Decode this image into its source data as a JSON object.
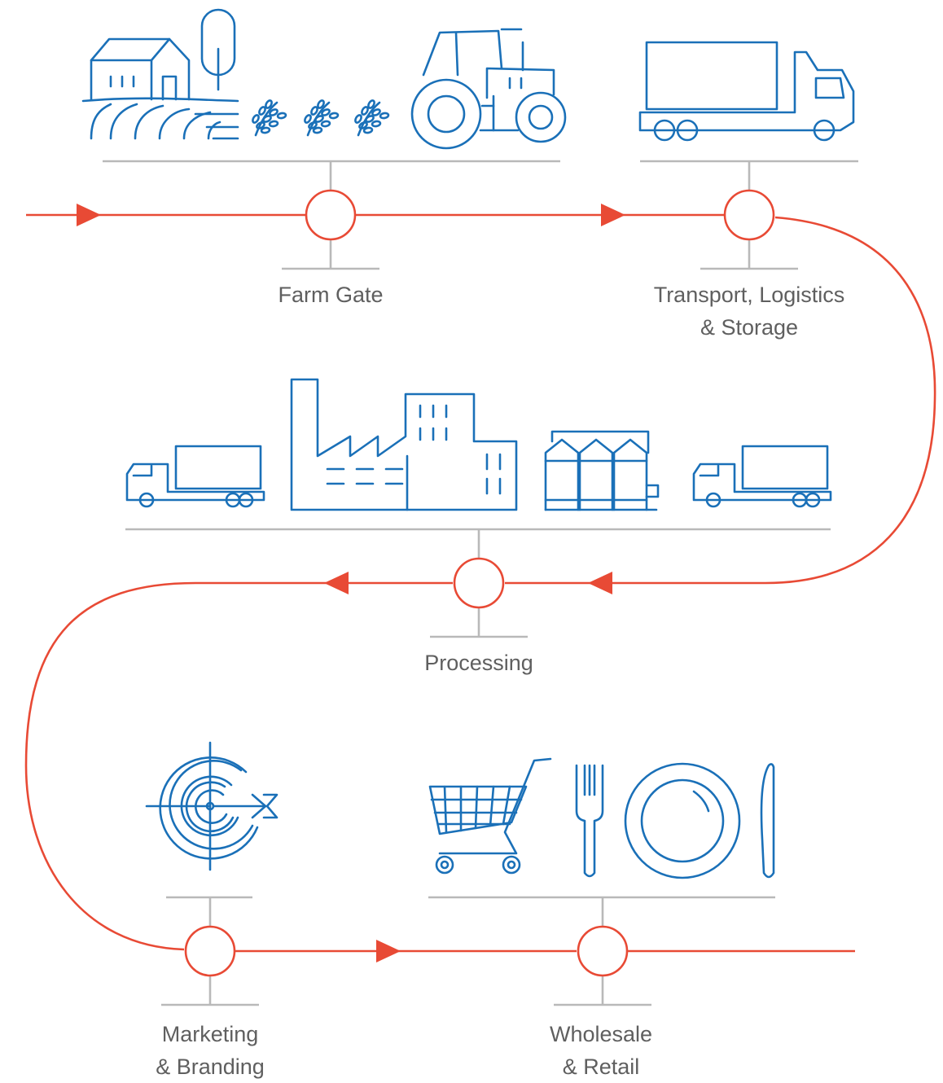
{
  "stages": [
    {
      "lines": [
        "Farm Gate"
      ]
    },
    {
      "lines": [
        "Transport, Logistics",
        "& Storage"
      ]
    },
    {
      "lines": [
        "Processing"
      ]
    },
    {
      "lines": [
        "Marketing",
        "& Branding"
      ]
    },
    {
      "lines": [
        "Wholesale",
        "& Retail"
      ]
    }
  ],
  "colors": {
    "flow": "#e84a35",
    "icon": "#1a70b8",
    "connector": "#b9b9b9",
    "label": "#5f5f5f"
  },
  "icons": {
    "farm": [
      "farmhouse-icon",
      "tree-icon",
      "field-rows-icon",
      "wheat-icon",
      "wheat-icon",
      "wheat-icon",
      "tractor-icon"
    ],
    "transport": [
      "truck-icon"
    ],
    "processing": [
      "truck-icon",
      "factory-icon",
      "grain-silos-icon",
      "truck-icon"
    ],
    "marketing": [
      "target-icon"
    ],
    "retail": [
      "shopping-cart-icon",
      "fork-icon",
      "plate-icon",
      "knife-icon"
    ]
  }
}
